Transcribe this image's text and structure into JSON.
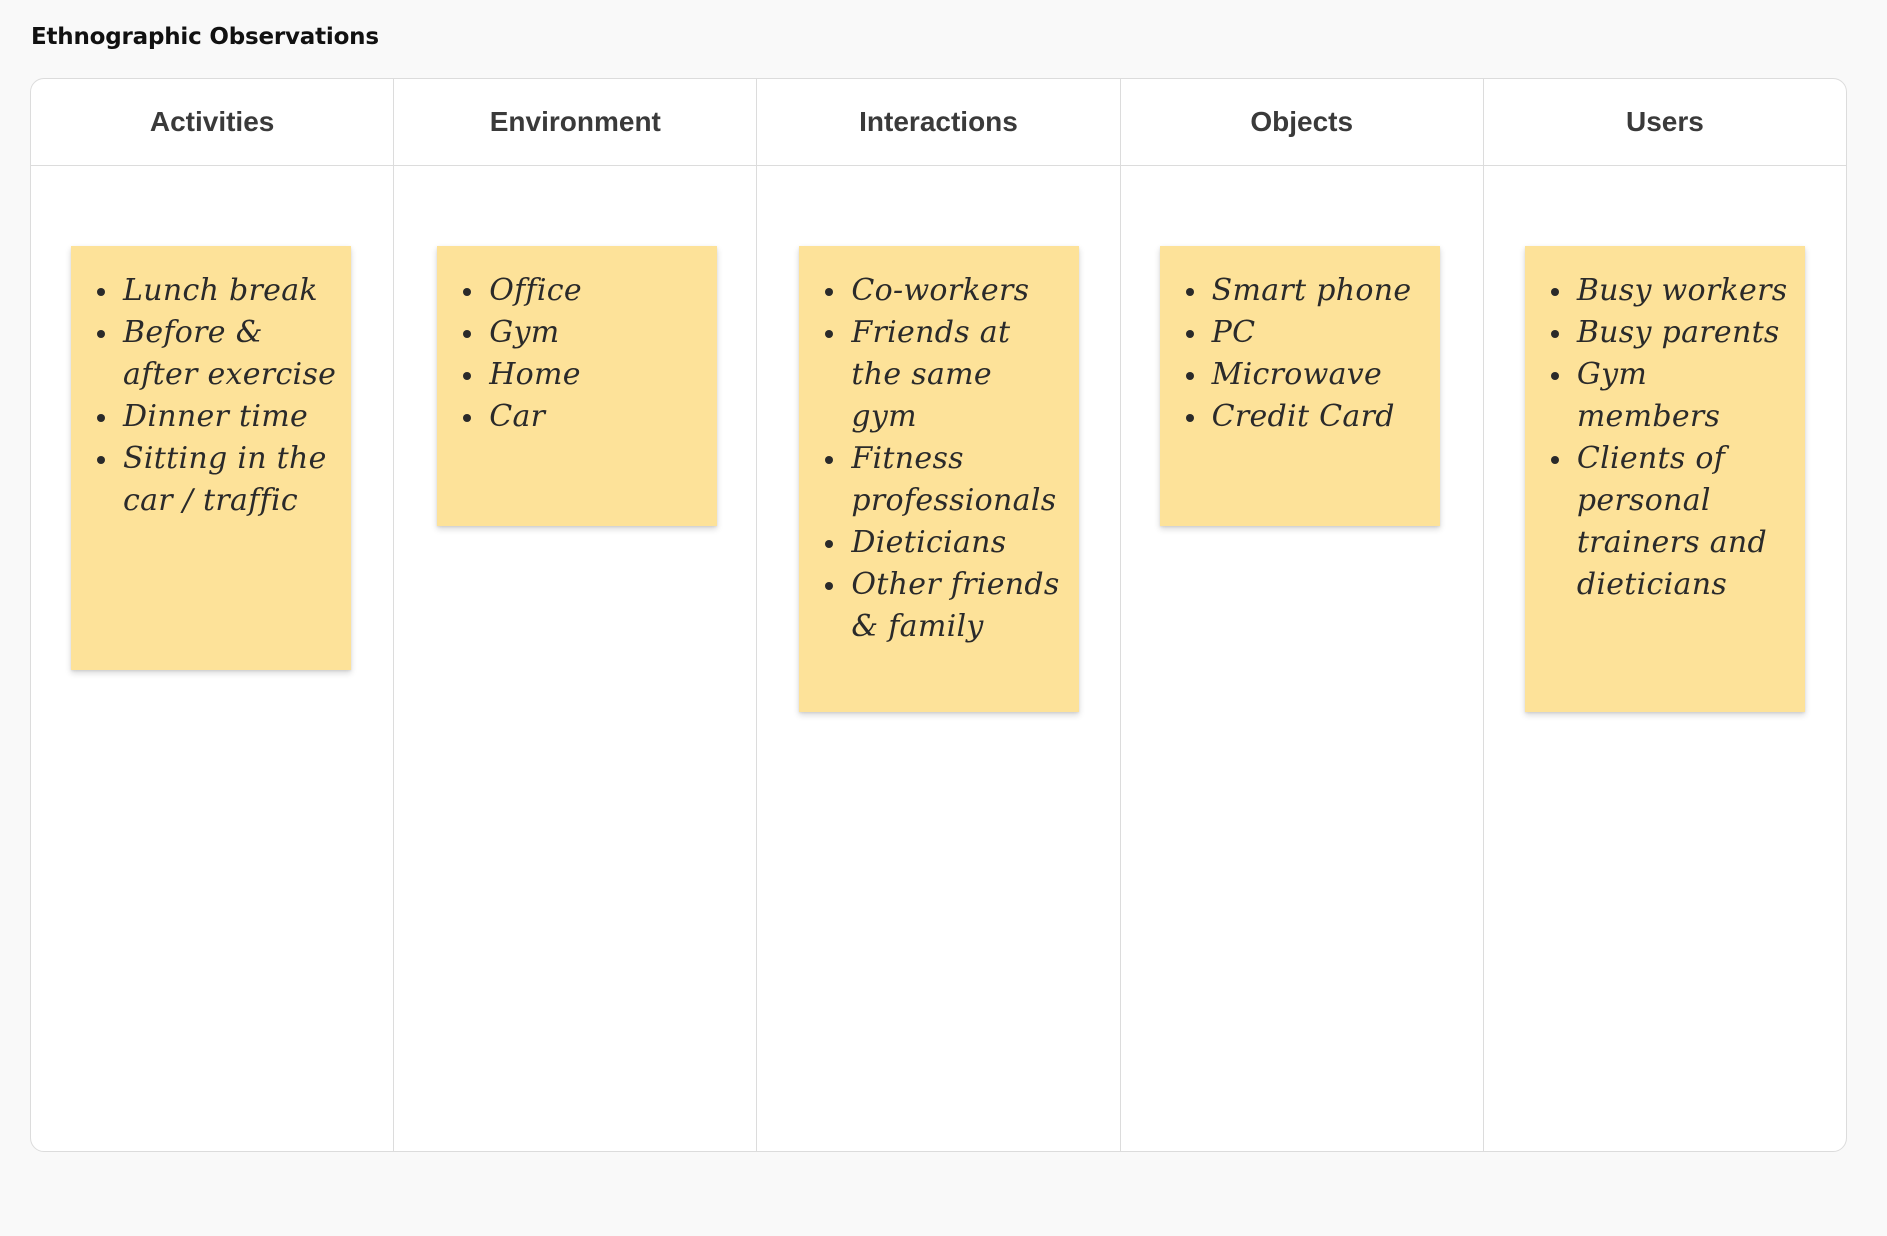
{
  "board": {
    "title": "Ethnographic Observations",
    "note_color": "#fde299",
    "columns": [
      {
        "header": "Activities",
        "items": [
          "Lunch break",
          "Before & after exercise",
          "Dinner time",
          "Sitting in the car / traffic"
        ]
      },
      {
        "header": "Environment",
        "items": [
          "Office",
          "Gym",
          "Home",
          "Car"
        ]
      },
      {
        "header": "Interactions",
        "items": [
          "Co-workers",
          "Friends at the same gym",
          "Fitness professionals",
          "Dieticians",
          "Other friends & family"
        ]
      },
      {
        "header": "Objects",
        "items": [
          "Smart phone",
          "PC",
          "Microwave",
          "Credit Card"
        ]
      },
      {
        "header": "Users",
        "items": [
          "Busy workers",
          "Busy parents",
          "Gym members",
          "Clients of personal trainers and dieticians"
        ]
      }
    ]
  }
}
